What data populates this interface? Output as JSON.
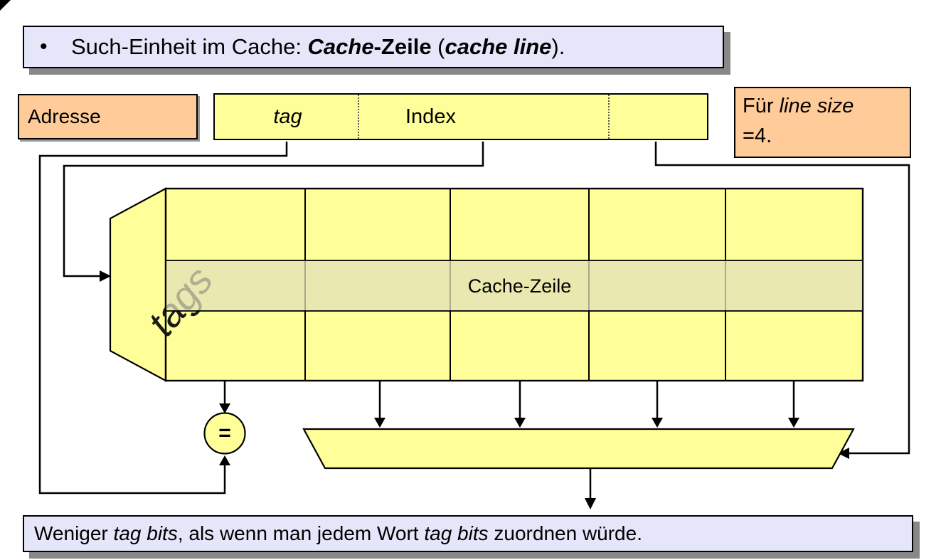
{
  "slide_title": {
    "bullet": "•",
    "prefix": "Such-Einheit im Cache: ",
    "term_de_bold_italic": "Cache",
    "term_de_bold": "-Zeile",
    "open_paren": " (",
    "term_en_bold_italic": "cache line",
    "close_paren": ")."
  },
  "address_box": {
    "label": "Adresse"
  },
  "address_bar": {
    "tag_label": "tag",
    "index_label": "Index"
  },
  "line_size_box": {
    "prefix": "Für ",
    "italic": "line size",
    "line2": "=4."
  },
  "cache_grid": {
    "tags_label": "tags",
    "row_label": "Cache-Zeile"
  },
  "comparator": {
    "symbol": "="
  },
  "footer_note": {
    "part1": "Weniger ",
    "italic1": "tag bits",
    "part2": ", als wenn man jedem Wort ",
    "italic2": "tag bits",
    "part3": " zuordnen würde."
  },
  "colors": {
    "note_bg": "#E6E6FA",
    "accent_bg": "#FFCC99",
    "shape_bg": "#FFFF99",
    "row_highlight": "#E9E9C6",
    "shadow": "#888888"
  }
}
